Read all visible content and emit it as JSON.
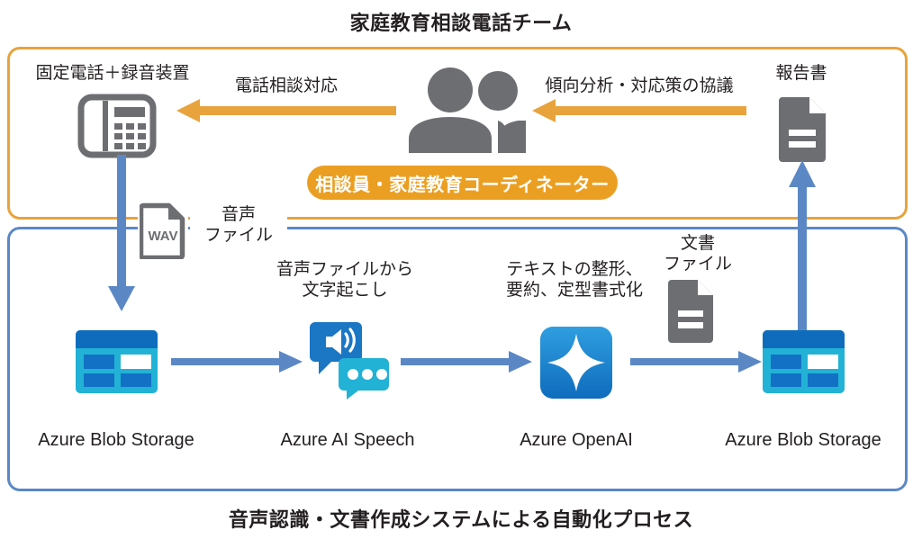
{
  "titles": {
    "top": "家庭教育相談電話チーム",
    "bottom": "音声認識・文書作成システムによる自動化プロセス"
  },
  "colors": {
    "team_panel_border": "#e8a33d",
    "system_panel_border": "#5b88c5",
    "badge_fill": "#eb9f22",
    "orange_arrow": "#e8a33d",
    "blue_arrow": "#5b88c5",
    "icon_gray": "#6d6e71",
    "azure_blue_dark": "#0f6cbd",
    "azure_blue": "#1b88c9",
    "azure_cyan": "#22b2d6",
    "text": "#231f20"
  },
  "team_panel": {
    "phone": {
      "label": "固定電話＋録音装置",
      "icon": "desk-phone-icon"
    },
    "people": {
      "icon": "two-people-icon"
    },
    "badge": "相談員・家庭教育コーディネーター",
    "report": {
      "label": "報告書",
      "icon": "document-icon"
    },
    "arrows": [
      {
        "name": "phone-consultation-arrow",
        "label": "電話相談対応",
        "direction": "left",
        "color": "#e8a33d"
      },
      {
        "name": "trend-analysis-arrow",
        "label": "傾向分析・対応策の協議",
        "direction": "left",
        "color": "#e8a33d"
      }
    ]
  },
  "bridge": {
    "wav_file": {
      "icon": "wav-file-icon",
      "icon_text": "WAV",
      "label": "音声\nファイル"
    },
    "doc_file": {
      "icon": "document-icon",
      "label": "文書\nファイル"
    },
    "phone_to_storage_arrow": "recording-upload-arrow",
    "storage_to_report_arrow": "report-output-arrow"
  },
  "system_panel": {
    "steps": [
      {
        "id": "blob-storage-in",
        "icon": "azure-blob-storage-icon",
        "service": "Azure Blob Storage",
        "process": ""
      },
      {
        "id": "ai-speech",
        "icon": "azure-ai-speech-icon",
        "service": "Azure AI Speech",
        "process": "音声ファイルから\n文字起こし"
      },
      {
        "id": "openai",
        "icon": "azure-openai-icon",
        "service": "Azure OpenAI",
        "process": "テキストの整形、\n要約、定型書式化"
      },
      {
        "id": "blob-storage-out",
        "icon": "azure-blob-storage-icon",
        "service": "Azure Blob Storage",
        "process": ""
      }
    ],
    "flow_arrows": [
      "flow-arrow-storage-to-speech",
      "flow-arrow-speech-to-openai",
      "flow-arrow-openai-to-storage"
    ]
  }
}
